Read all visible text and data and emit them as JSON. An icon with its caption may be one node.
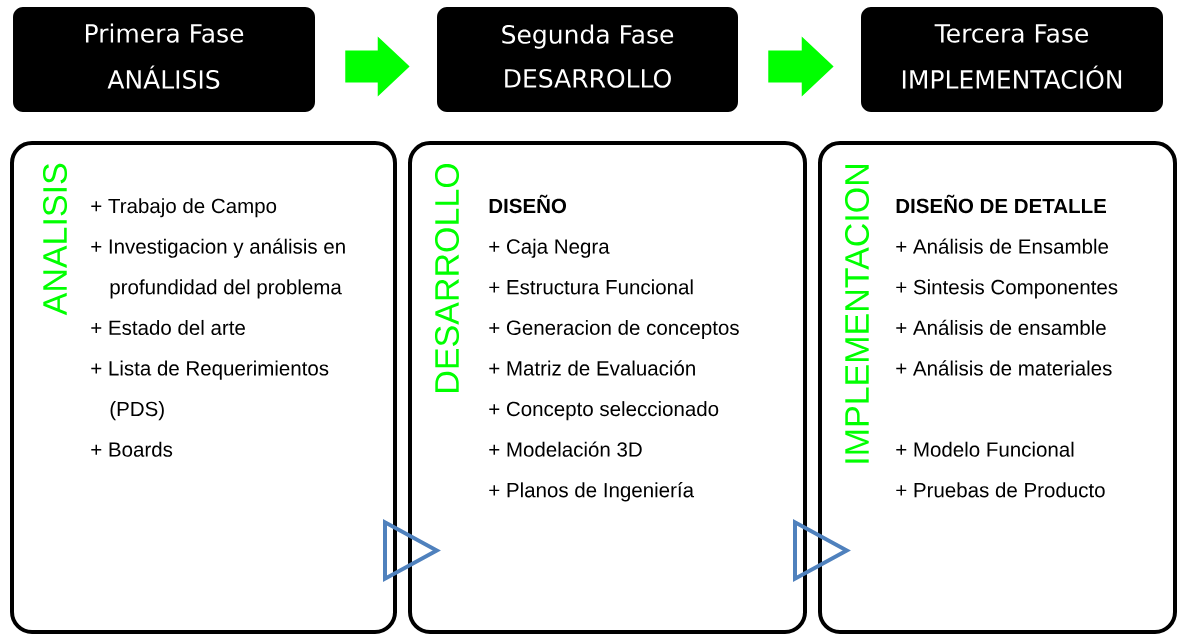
{
  "diagram": {
    "nodes": [
      {
        "text": [
          "Primera Fase",
          "ANÁLISIS"
        ]
      },
      {
        "text": [
          "Segunda Fase",
          "DESARROLLO"
        ]
      },
      {
        "text": [
          "Tercera Fase",
          "IMPLEMENTACIÓN"
        ]
      },
      {
        "text": [
          "ANALISIS",
          "+ Trabajo de Campo",
          "+ Investigacion y análisis en profundidad del problema",
          "+ Estado del arte",
          "+ Lista de Requerimientos (PDS)",
          "+ Boards"
        ]
      },
      {
        "text": [
          "DESARROLLO",
          "DISEÑO",
          "+ Caja Negra",
          "+ Estructura Funcional",
          "+ Generacion de conceptos",
          "+ Matriz de Evaluación",
          "+ Concepto seleccionado",
          "+ Modelación 3D",
          "+ Planos de Ingeniería"
        ]
      },
      {
        "text": [
          "IMPLEMENTACION",
          "DISEÑO DE DETALLE",
          "+ Análisis de Ensamble",
          "+ Sintesis Componentes",
          "+ Análisis de ensamble",
          "+ Análisis de materiales",
          "+ Modelo Funcional",
          "+ Pruebas de Producto"
        ]
      }
    ],
    "edges": [
      {
        "from": 0,
        "to": 1,
        "arrow": "to",
        "color": "#00ff00"
      },
      {
        "from": 1,
        "to": 2,
        "arrow": "to",
        "color": "#00ff00"
      },
      {
        "from": 3,
        "to": 4,
        "arrow": "to",
        "color": "#4f81bd"
      },
      {
        "from": 4,
        "to": 5,
        "arrow": "to",
        "color": "#4f81bd"
      }
    ]
  }
}
